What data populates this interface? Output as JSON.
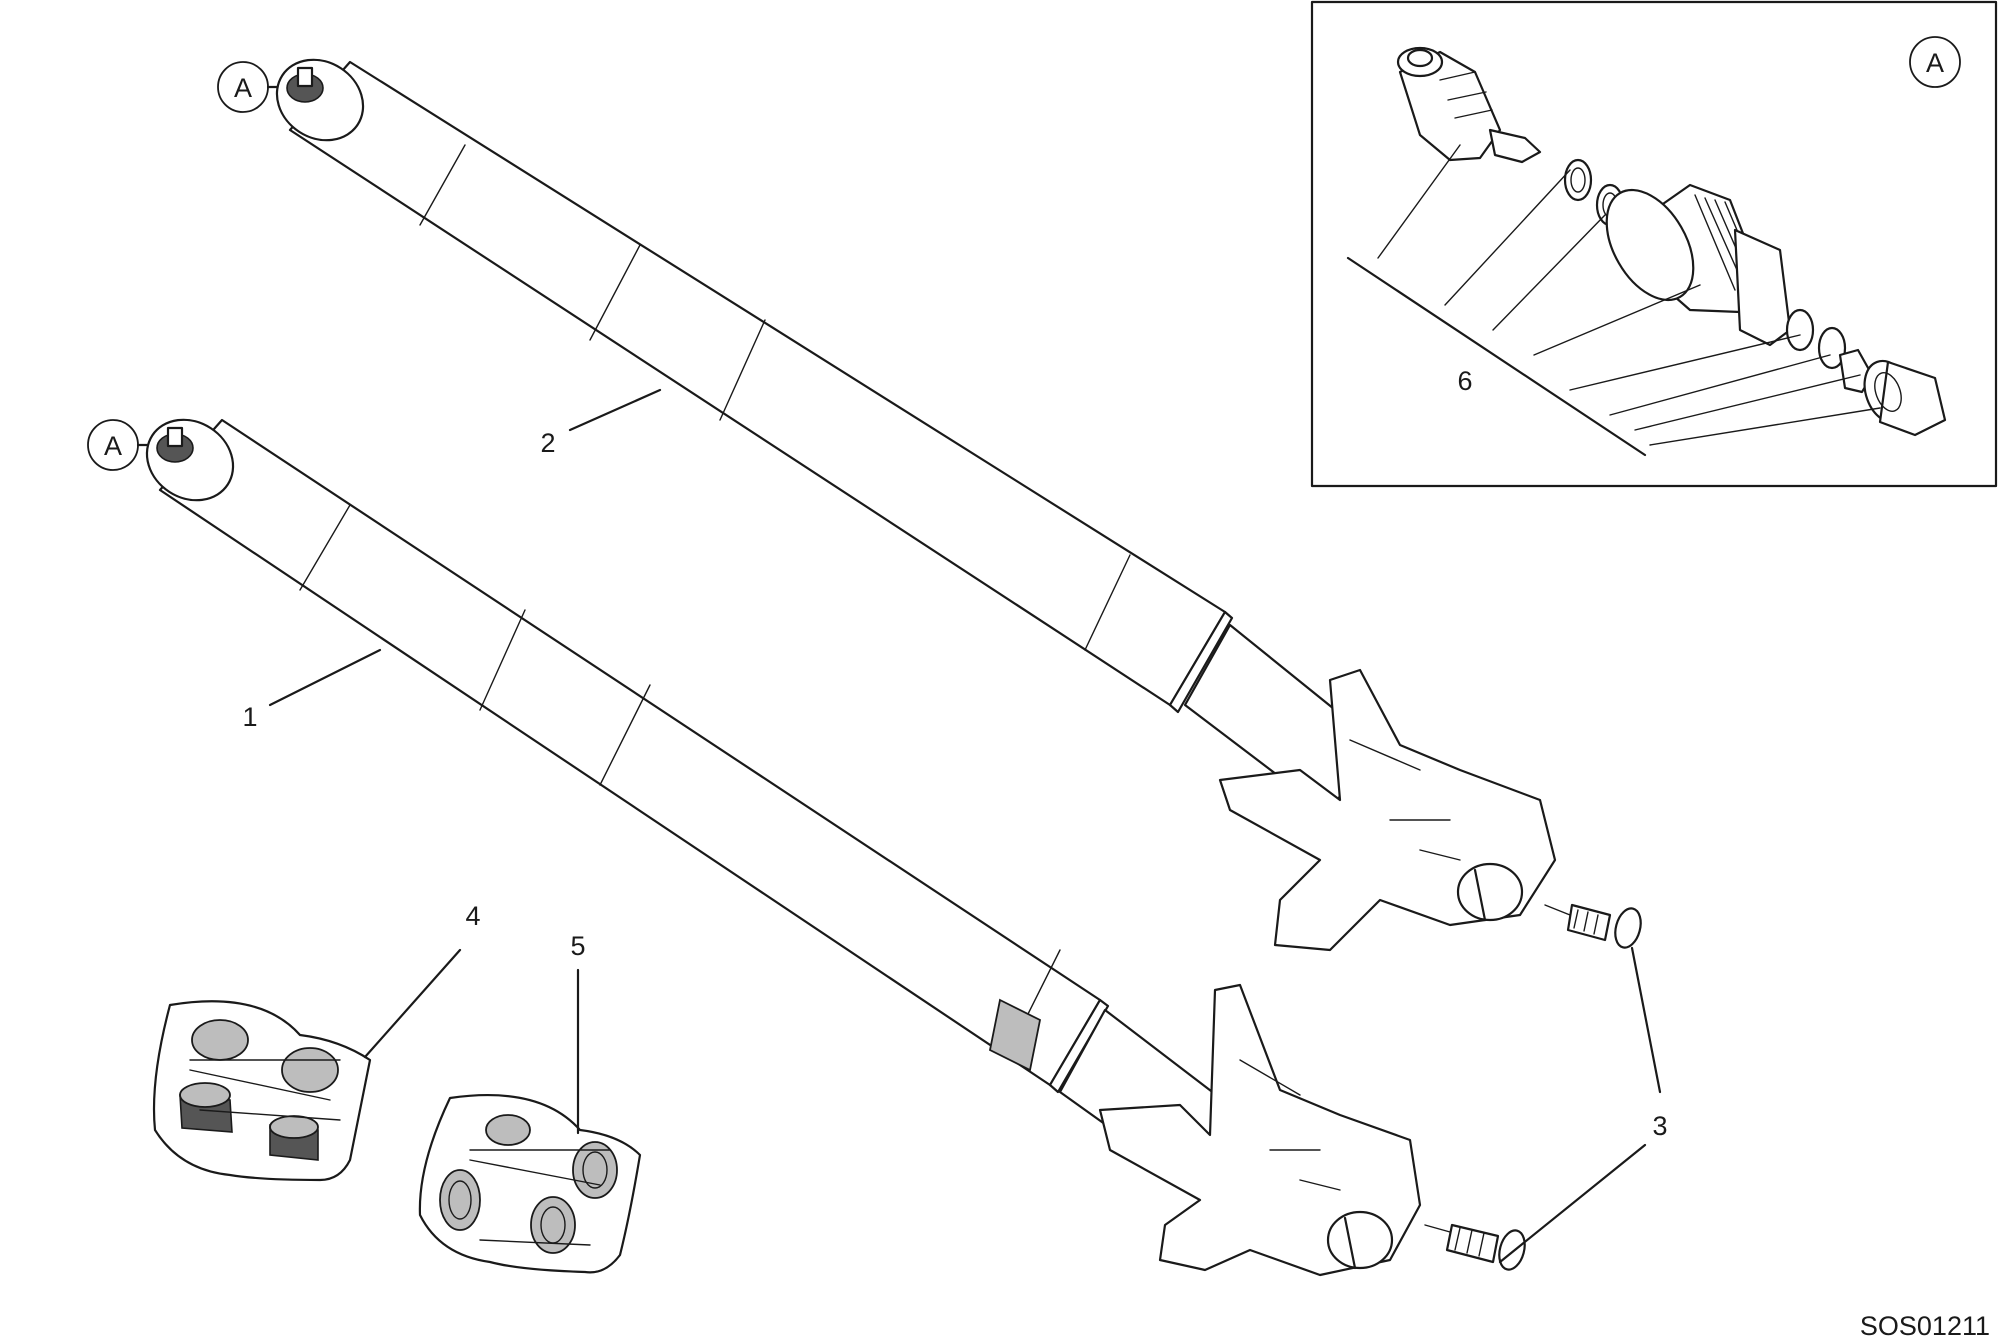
{
  "diagram": {
    "callout_letter": "A",
    "part_numbers": {
      "fork_leg_1": "1",
      "fork_leg_2": "2",
      "screw": "3",
      "kit_4": "4",
      "kit_5": "5",
      "inset_group": "6"
    },
    "drawing_code": "SOS01211"
  }
}
